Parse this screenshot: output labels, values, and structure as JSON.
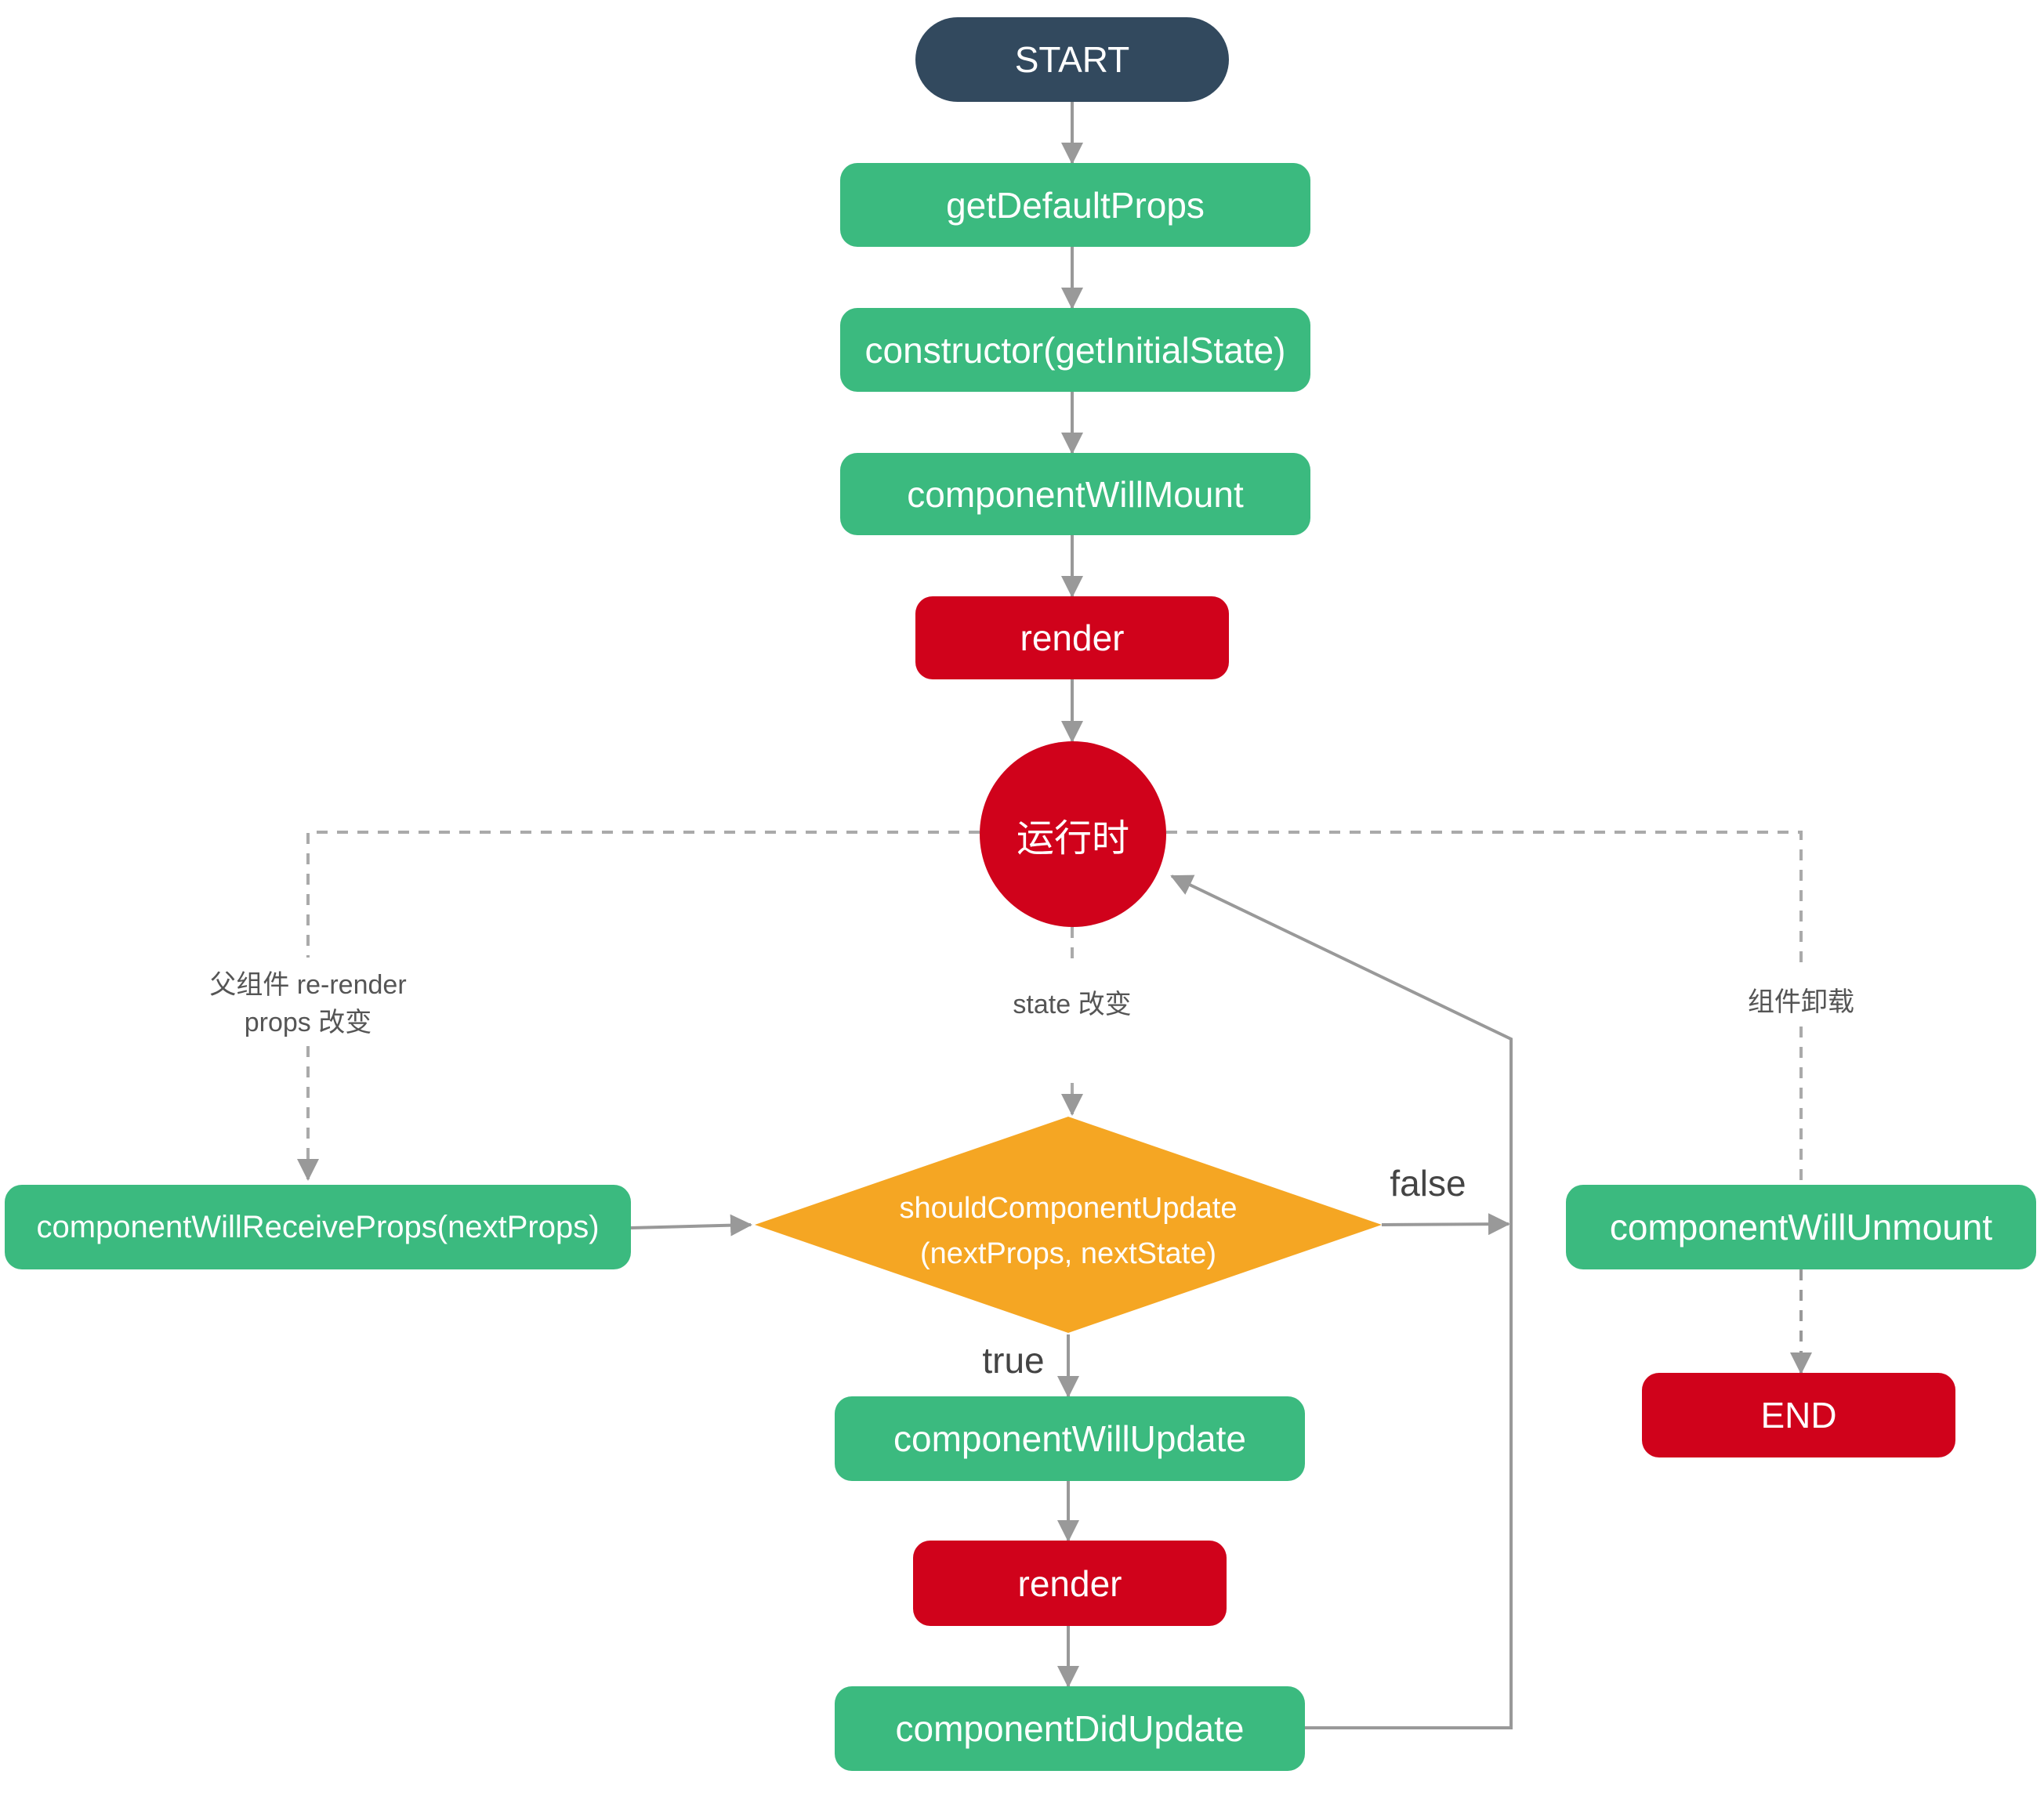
{
  "nodes": {
    "start": "START",
    "get_default_props": "getDefaultProps",
    "constructor": "constructor(getInitialState)",
    "component_will_mount": "componentWillMount",
    "render_initial": "render",
    "runtime": "运行时",
    "component_will_receive_props": "componentWillReceiveProps(nextProps)",
    "should_component_update_line1": "shouldComponentUpdate",
    "should_component_update_line2": "(nextProps, nextState)",
    "component_will_update": "componentWillUpdate",
    "render_update": "render",
    "component_did_update": "componentDidUpdate",
    "component_will_unmount": "componentWillUnmount",
    "end": "END"
  },
  "edge_labels": {
    "parent_rerender_line1": "父组件 re-render",
    "parent_rerender_line2": "props 改变",
    "state_change": "state 改变",
    "unmount": "组件卸载",
    "false": "false",
    "true": "true"
  },
  "colors": {
    "start_node": "#32495e",
    "step_node": "#3bba7f",
    "render_node": "#d0021b",
    "decision_node": "#f5a623",
    "connector": "#999999",
    "dashed_connector": "#aaaaaa"
  }
}
